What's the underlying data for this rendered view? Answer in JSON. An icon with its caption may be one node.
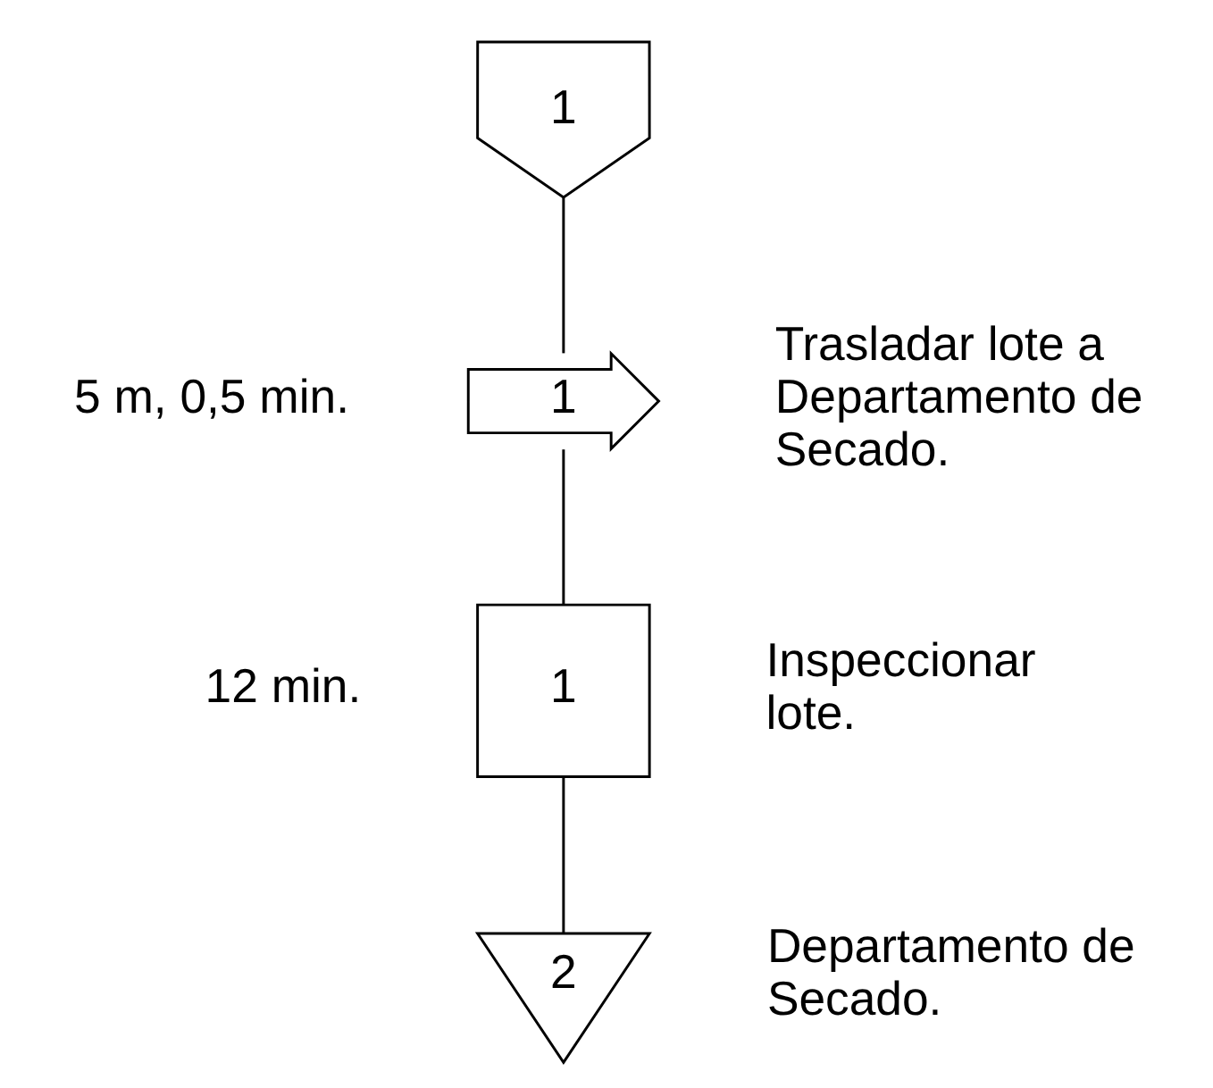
{
  "diagram": {
    "nodes": [
      {
        "text": [
          "1"
        ]
      },
      {
        "text": [
          "1"
        ],
        "beside": [
          "5 m, 0,5 min.",
          "Trasladar lote a Departamento de Secado."
        ]
      },
      {
        "text": [
          "1"
        ],
        "beside": [
          "12 min.",
          "Inspeccionar lote."
        ]
      },
      {
        "text": [
          "2"
        ],
        "beside": [
          "Departamento de Secado."
        ]
      }
    ],
    "edges": [
      {
        "from": 0,
        "to": 1,
        "arrow": "none"
      },
      {
        "from": 1,
        "to": 2,
        "arrow": "none"
      },
      {
        "from": 2,
        "to": 3,
        "arrow": "none"
      }
    ]
  }
}
